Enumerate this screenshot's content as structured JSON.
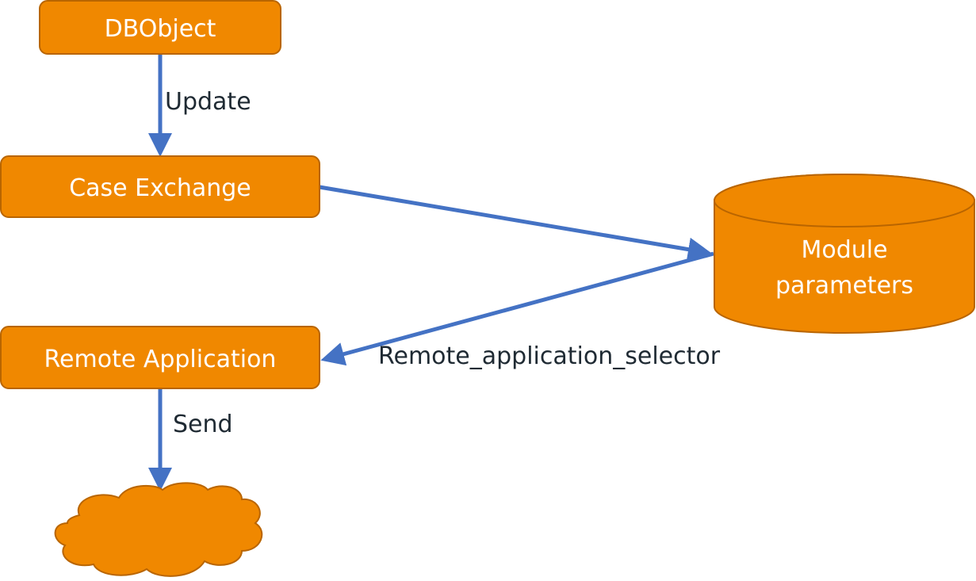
{
  "colors": {
    "node_fill": "#f08800",
    "node_stroke": "#b96500",
    "edge": "#4472c4",
    "label_text": "#1f2a33",
    "node_text": "#ffffff"
  },
  "nodes": {
    "dbobject": {
      "label": "DBObject",
      "shape": "rounded-rectangle"
    },
    "case_exchange": {
      "label": "Case Exchange",
      "shape": "rounded-rectangle"
    },
    "remote_application": {
      "label": "Remote Application",
      "shape": "rounded-rectangle"
    },
    "module_parameters": {
      "label_line1": "Module",
      "label_line2": "parameters",
      "shape": "cylinder"
    },
    "cloud": {
      "label": "",
      "shape": "cloud"
    }
  },
  "edges": {
    "update": {
      "from": "DBObject",
      "to": "Case Exchange",
      "label": "Update"
    },
    "case_to_params": {
      "from": "Case Exchange",
      "to": "Module parameters",
      "label": ""
    },
    "selector": {
      "from": "Module parameters",
      "to": "Remote Application",
      "label": "Remote_application_selector"
    },
    "send": {
      "from": "Remote Application",
      "to": "Cloud",
      "label": "Send"
    }
  }
}
